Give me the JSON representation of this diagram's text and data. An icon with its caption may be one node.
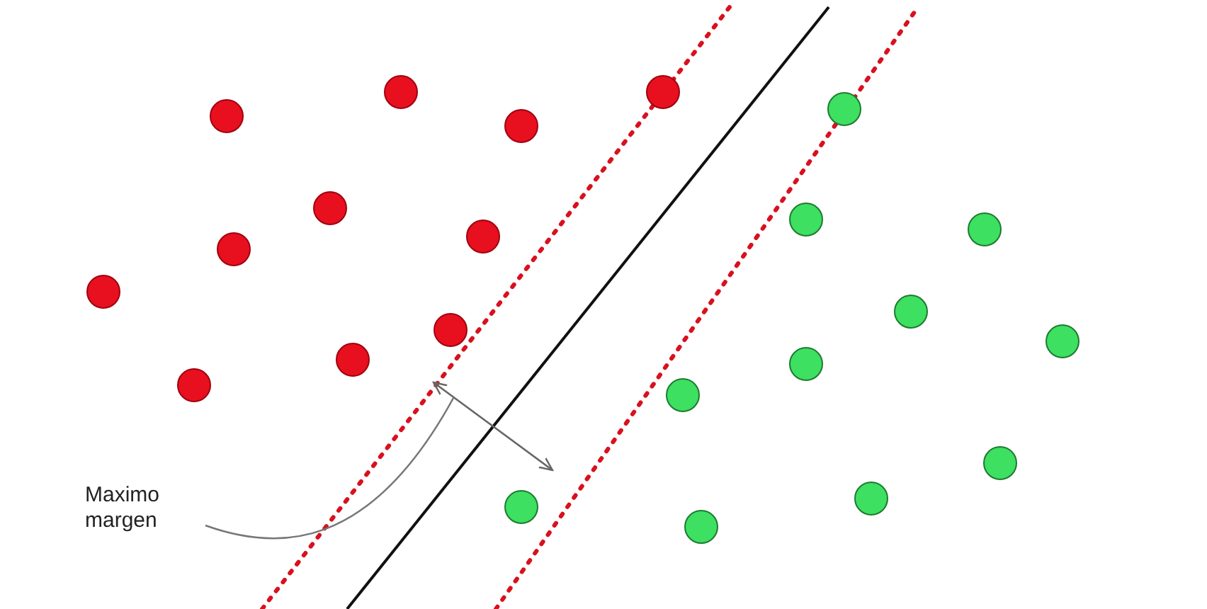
{
  "diagram": {
    "nodes": [
      {
        "text": [
          "Maximo margen"
        ]
      },
      {
        "text": [],
        "shape": "arrow"
      }
    ],
    "edges": [
      {
        "from": 0,
        "to": 1,
        "arrow": "none"
      }
    ]
  }
}
